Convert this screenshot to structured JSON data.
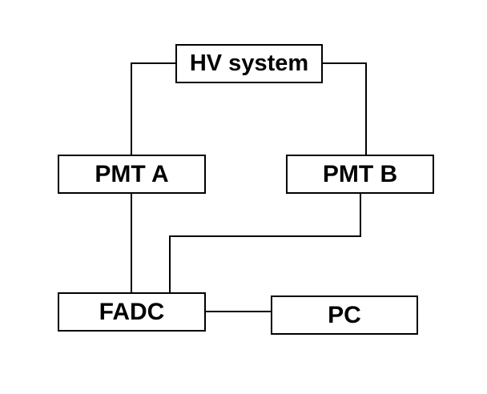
{
  "nodes": {
    "hv_system": "HV system",
    "pmt_a": "PMT A",
    "pmt_b": "PMT B",
    "fadc": "FADC",
    "pc": "PC"
  },
  "edges": [
    {
      "from": "hv_system",
      "to": "pmt_a"
    },
    {
      "from": "hv_system",
      "to": "pmt_b"
    },
    {
      "from": "pmt_a",
      "to": "fadc"
    },
    {
      "from": "pmt_b",
      "to": "fadc"
    },
    {
      "from": "fadc",
      "to": "pc"
    }
  ],
  "colors": {
    "stroke": "#000000",
    "background": "#ffffff",
    "text": "#000000"
  }
}
